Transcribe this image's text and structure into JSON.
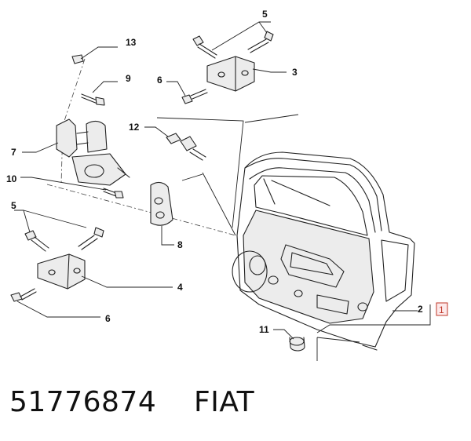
{
  "diagram": {
    "callouts": [
      "13",
      "5",
      "3",
      "9",
      "6",
      "12",
      "7",
      "10",
      "5",
      "8",
      "4",
      "6",
      "2",
      "1",
      "11"
    ],
    "boxed_callout_index": 13,
    "accent_color": "#c0392b",
    "line_color": "#222222"
  },
  "caption": {
    "part_number": "51776874",
    "brand": "FIAT"
  }
}
